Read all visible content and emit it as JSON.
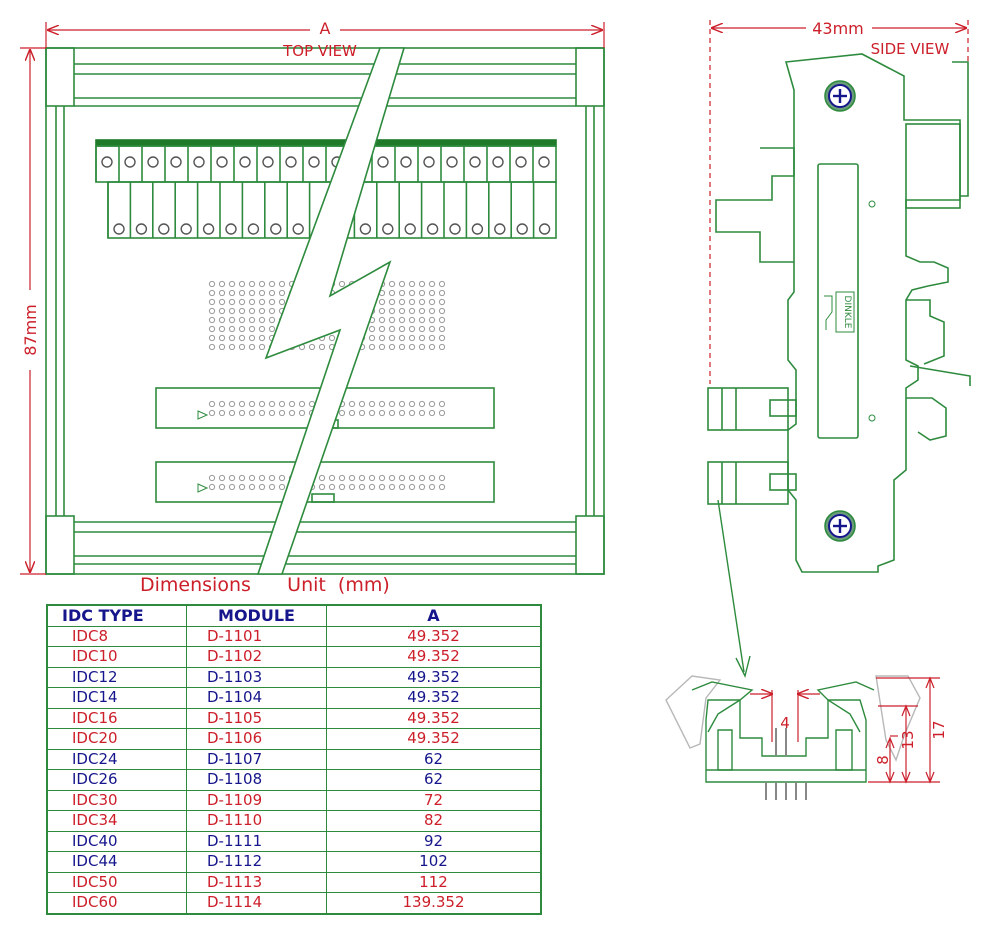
{
  "top_view": {
    "title": "TOP VIEW",
    "width_label": "A",
    "height_label": "87mm"
  },
  "side_view": {
    "title": "SIDE VIEW",
    "width_label": "43mm",
    "brand": "DINKLE"
  },
  "connector_detail": {
    "gap_label": "4",
    "heights": [
      "8",
      "13",
      "17"
    ]
  },
  "dimensions": {
    "caption_title": "Dimensions",
    "caption_unit": "Unit  (mm)",
    "headers": [
      "IDC TYPE",
      "MODULE",
      "A"
    ],
    "rows": [
      {
        "type": "IDC8",
        "module": "D-1101",
        "a": "49.352",
        "color": "red"
      },
      {
        "type": "IDC10",
        "module": "D-1102",
        "a": "49.352",
        "color": "red"
      },
      {
        "type": "IDC12",
        "module": "D-1103",
        "a": "49.352",
        "color": "blue"
      },
      {
        "type": "IDC14",
        "module": "D-1104",
        "a": "49.352",
        "color": "blue"
      },
      {
        "type": "IDC16",
        "module": "D-1105",
        "a": "49.352",
        "color": "red"
      },
      {
        "type": "IDC20",
        "module": "D-1106",
        "a": "49.352",
        "color": "red"
      },
      {
        "type": "IDC24",
        "module": "D-1107",
        "a": "62",
        "color": "blue"
      },
      {
        "type": "IDC26",
        "module": "D-1108",
        "a": "62",
        "color": "blue"
      },
      {
        "type": "IDC30",
        "module": "D-1109",
        "a": "72",
        "color": "red"
      },
      {
        "type": "IDC34",
        "module": "D-1110",
        "a": "82",
        "color": "red"
      },
      {
        "type": "IDC40",
        "module": "D-1111",
        "a": "92",
        "color": "blue"
      },
      {
        "type": "IDC44",
        "module": "D-1112",
        "a": "102",
        "color": "blue"
      },
      {
        "type": "IDC50",
        "module": "D-1113",
        "a": "112",
        "color": "red"
      },
      {
        "type": "IDC60",
        "module": "D-1114",
        "a": "139.352",
        "color": "red"
      }
    ]
  },
  "colors": {
    "outline": "#2e8b3e",
    "dimension": "#cc1f2a",
    "text_blue": "#16168c",
    "pcb_green": "#1f7a2a"
  }
}
